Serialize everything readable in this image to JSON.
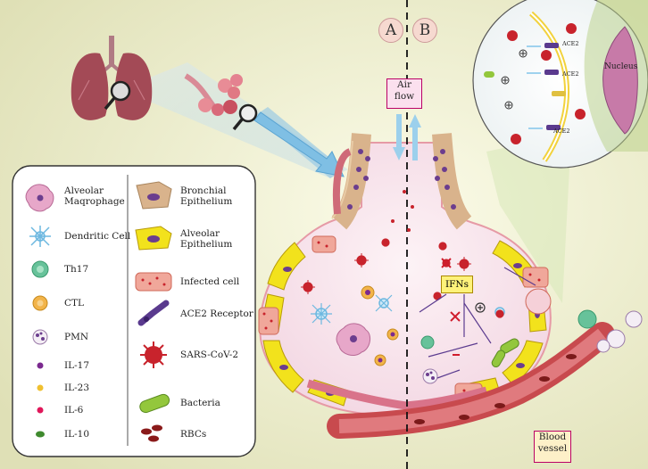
{
  "panels": {
    "a": "A",
    "b": "B"
  },
  "labels": {
    "air_flow_1": "Air",
    "air_flow_2": "flow",
    "blood_vessel_1": "Blood",
    "blood_vessel_2": "vessel",
    "ifns": "IFNs",
    "nucleus": "Nucleus",
    "ace2_1": "ACE2",
    "ace2_2": "ACE2",
    "ace2_3": "ACE2"
  },
  "legend": {
    "left": [
      {
        "text": "Alveolar\nMaqrophage",
        "icon": "macrophage-icon"
      },
      {
        "text": "Dendritic Cell",
        "icon": "dendritic-cell-icon"
      },
      {
        "text": "Th17",
        "icon": "th17-icon"
      },
      {
        "text": "CTL",
        "icon": "ctl-icon"
      },
      {
        "text": "PMN",
        "icon": "pmn-icon"
      },
      {
        "text": "IL-17",
        "icon": "il17-dot-icon"
      },
      {
        "text": "IL-23",
        "icon": "il23-dot-icon"
      },
      {
        "text": "IL-6",
        "icon": "il6-dot-icon"
      },
      {
        "text": "IL-10",
        "icon": "il10-dot-icon"
      }
    ],
    "right": [
      {
        "text": "Bronchial\nEpithelium",
        "icon": "bronchial-epithelium-icon"
      },
      {
        "text": "Alveolar\nEpithelium",
        "icon": "alveolar-epithelium-icon"
      },
      {
        "text": "Infected cell",
        "icon": "infected-cell-icon"
      },
      {
        "text": "ACE2 Receptor",
        "icon": "ace2-receptor-icon"
      },
      {
        "text": "SARS-CoV-2",
        "icon": "sars-cov-2-icon"
      },
      {
        "text": "Bacteria",
        "icon": "bacteria-icon"
      },
      {
        "text": "RBCs",
        "icon": "rbc-icon"
      }
    ]
  },
  "colors": {
    "background": "#ece9c8",
    "macrophage": "#e7a7c9",
    "dendritic": "#a9d6ef",
    "th17": "#67c29a",
    "ctl": "#f2b44a",
    "il17": "#7b2a8f",
    "il23": "#f0c030",
    "il6": "#e0175a",
    "il10": "#3f8a2e",
    "virus": "#c8232c",
    "epithelium": "#f2e21c",
    "bronchial": "#d9b38c"
  }
}
